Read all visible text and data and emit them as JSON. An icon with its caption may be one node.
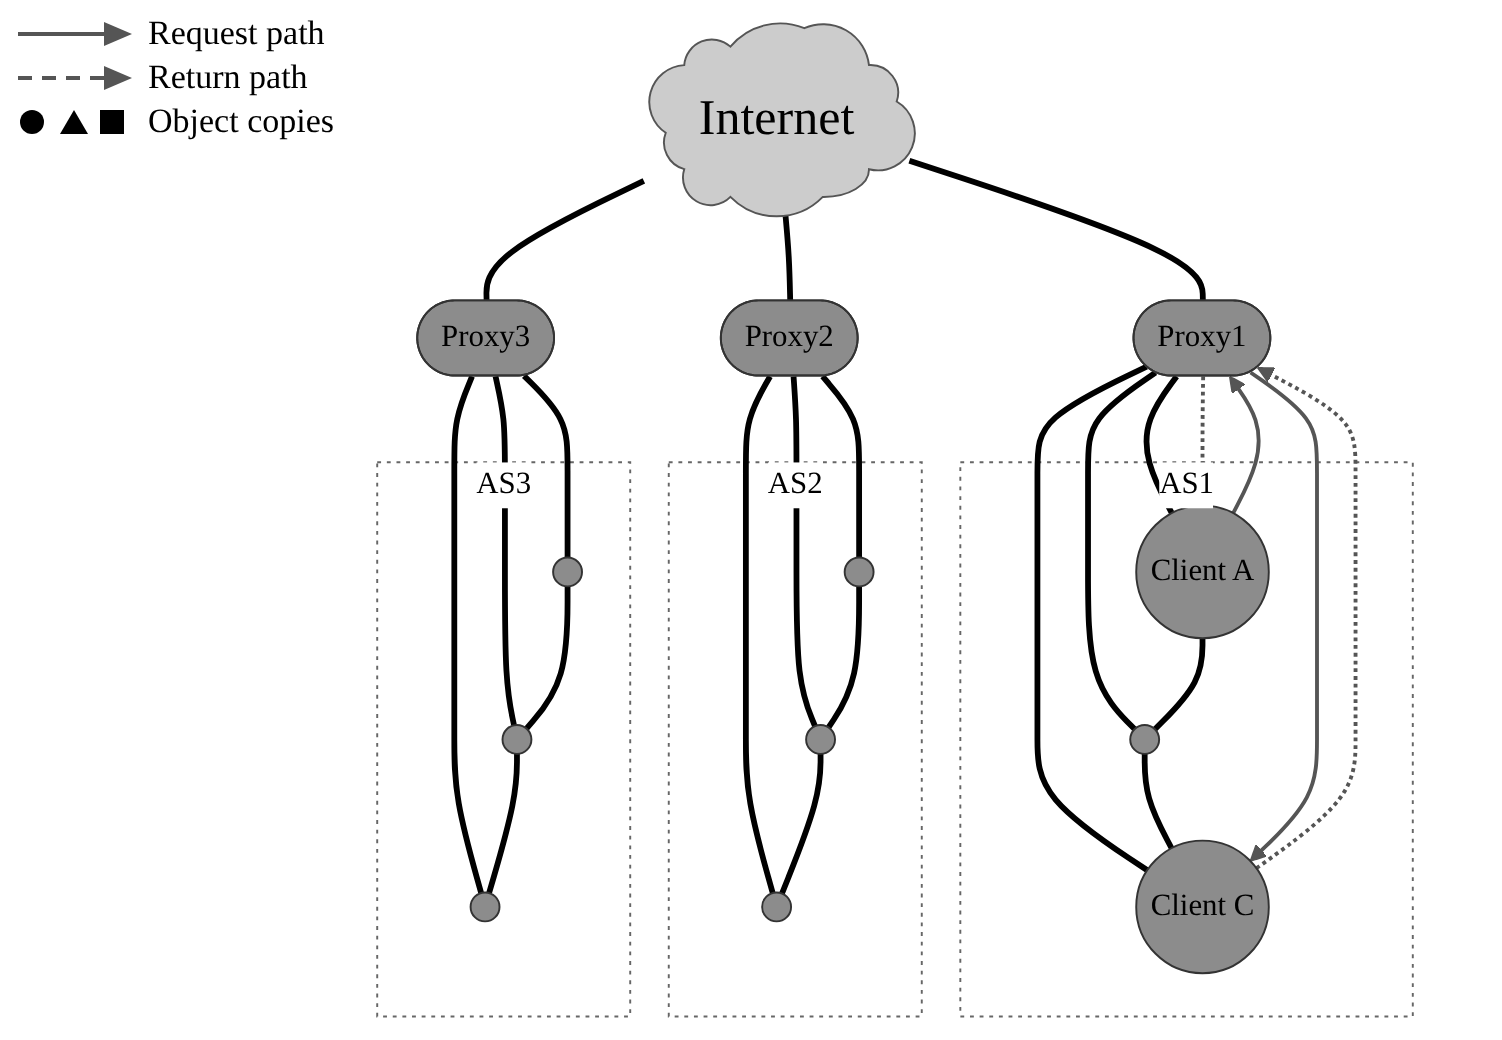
{
  "diagram": {
    "nodes": [
      {
        "text": [
          "Internet"
        ]
      },
      {
        "text": [
          "AS1"
        ]
      },
      {
        "text": [
          "Proxy1"
        ]
      },
      {
        "text": [
          "Client A"
        ],
        "in": 1
      },
      {
        "text": [],
        "shape": "circle",
        "in": 1
      },
      {
        "text": [
          "Client C"
        ],
        "in": 1
      },
      {
        "text": [
          "AS2"
        ]
      },
      {
        "text": [
          "Proxy2"
        ]
      },
      {
        "text": [],
        "shape": "circle",
        "in": 6
      },
      {
        "text": [],
        "shape": "circle",
        "in": 6
      },
      {
        "text": [],
        "shape": "circle",
        "in": 6
      },
      {
        "text": [
          "AS3"
        ]
      },
      {
        "text": [
          "Proxy3"
        ]
      },
      {
        "text": [],
        "shape": "circle",
        "in": 11
      },
      {
        "text": [],
        "shape": "circle",
        "in": 11
      },
      {
        "text": [],
        "shape": "circle",
        "in": 11
      }
    ],
    "edges": [
      {
        "from": 0,
        "to": 2,
        "arrow": "none"
      },
      {
        "from": 0,
        "to": 7,
        "arrow": "none"
      },
      {
        "from": 0,
        "to": 12,
        "arrow": "none"
      },
      {
        "from": 2,
        "to": 3,
        "arrow": "none"
      },
      {
        "from": 2,
        "to": 4,
        "arrow": "none"
      },
      {
        "from": 2,
        "to": 5,
        "arrow": "none"
      },
      {
        "from": 3,
        "to": 4,
        "arrow": "none"
      },
      {
        "from": 4,
        "to": 5,
        "arrow": "none"
      },
      {
        "from": 3,
        "to": 2,
        "arrow": "to",
        "color": "#555555"
      },
      {
        "from": 2,
        "to": 3,
        "arrow": "to",
        "style": "dashed",
        "color": "#555555"
      },
      {
        "from": 2,
        "to": 5,
        "arrow": "to",
        "color": "#555555"
      },
      {
        "from": 5,
        "to": 2,
        "arrow": "to",
        "style": "dashed",
        "color": "#555555"
      },
      {
        "from": 7,
        "to": 8,
        "arrow": "none"
      },
      {
        "from": 7,
        "to": 9,
        "arrow": "none"
      },
      {
        "from": 7,
        "to": 10,
        "arrow": "none"
      },
      {
        "from": 8,
        "to": 9,
        "arrow": "none"
      },
      {
        "from": 9,
        "to": 10,
        "arrow": "none"
      },
      {
        "from": 12,
        "to": 13,
        "arrow": "none"
      },
      {
        "from": 12,
        "to": 14,
        "arrow": "none"
      },
      {
        "from": 12,
        "to": 15,
        "arrow": "none"
      },
      {
        "from": 13,
        "to": 14,
        "arrow": "none"
      },
      {
        "from": 14,
        "to": 15,
        "arrow": "none"
      }
    ],
    "legend": [
      {
        "text": "Request path"
      },
      {
        "text": "Return path"
      },
      {
        "text": "Object copies"
      }
    ]
  }
}
